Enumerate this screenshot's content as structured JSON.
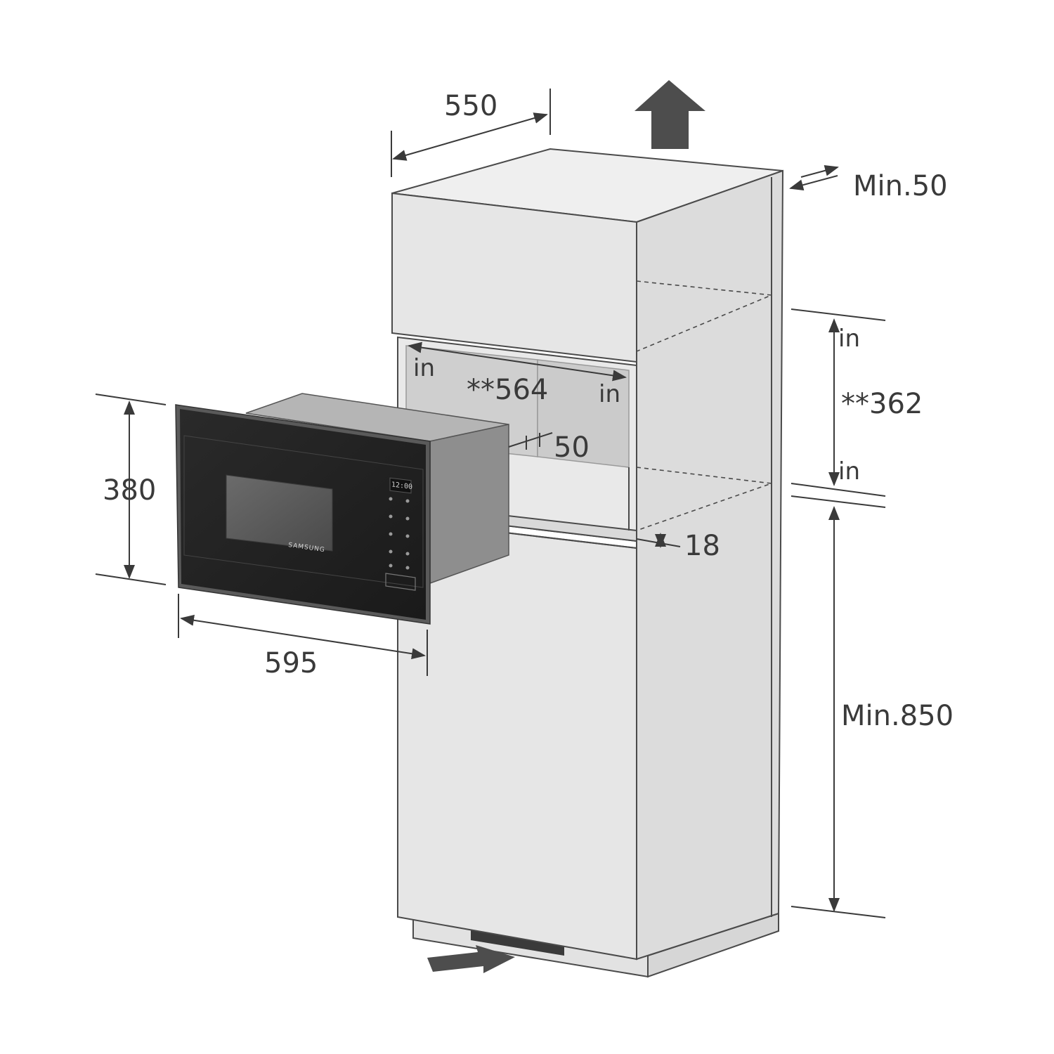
{
  "diagram": {
    "dimensions": {
      "cabinet_depth": "550",
      "top_gap": "Min.50",
      "niche_width": "**564",
      "niche_height": "**362",
      "rear_gap": "50",
      "shelf_thickness": "18",
      "floor_height": "Min.850",
      "oven_height": "380",
      "oven_width": "595"
    },
    "inner_markers": {
      "width_left": "in",
      "width_right": "in",
      "height_top": "in",
      "height_bottom": "in"
    },
    "appliance": {
      "brand": "SAMSUNG",
      "clock": "12:00"
    },
    "colors": {
      "cabinet_front": "#e6e6e6",
      "cabinet_top": "#efefef",
      "cabinet_side": "#dcdcdc",
      "niche_back": "#cdcdcd",
      "oven_front": "#262626",
      "oven_body": "#8e8e8e",
      "arrow": "#4d4d4d",
      "line": "#3a3a3a"
    }
  }
}
